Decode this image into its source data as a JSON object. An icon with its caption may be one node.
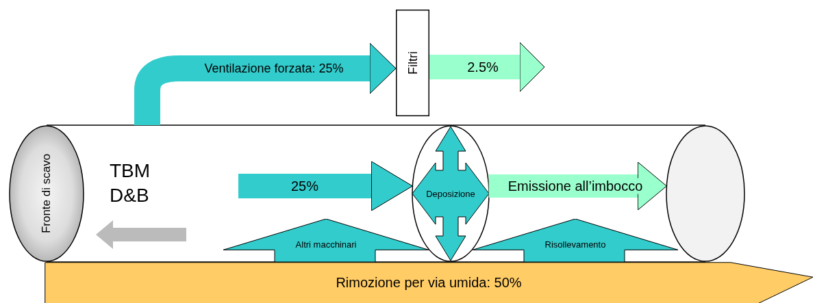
{
  "diagram": {
    "nodes": [
      {
        "text": [
          "Filtri"
        ]
      },
      {
        "text": [
          "Fronte di scavo"
        ]
      },
      {
        "text": [
          "Deposizione"
        ]
      },
      {
        "text": [],
        "shape": "ellipse"
      },
      {
        "text": [
          "Altri macchinari"
        ]
      },
      {
        "text": [
          "Risollevamento"
        ]
      },
      {
        "text": [
          "Rimozione per via umida: 50%"
        ]
      }
    ],
    "edges": [
      {
        "from": null,
        "to": 0,
        "arrow": "to",
        "label": "Ventilazione forzata: 25%",
        "color": "#33cccc"
      },
      {
        "from": 0,
        "to": null,
        "arrow": "to",
        "label": "2.5%",
        "color": "#99ffcc"
      },
      {
        "from": null,
        "to": 2,
        "arrow": "to",
        "label": "25%",
        "color": "#33cccc"
      },
      {
        "from": 2,
        "to": 3,
        "arrow": "to",
        "label": "Emissione all’imbocco",
        "color": "#99ffcc"
      }
    ],
    "labels": [
      "TBM D&B"
    ]
  }
}
